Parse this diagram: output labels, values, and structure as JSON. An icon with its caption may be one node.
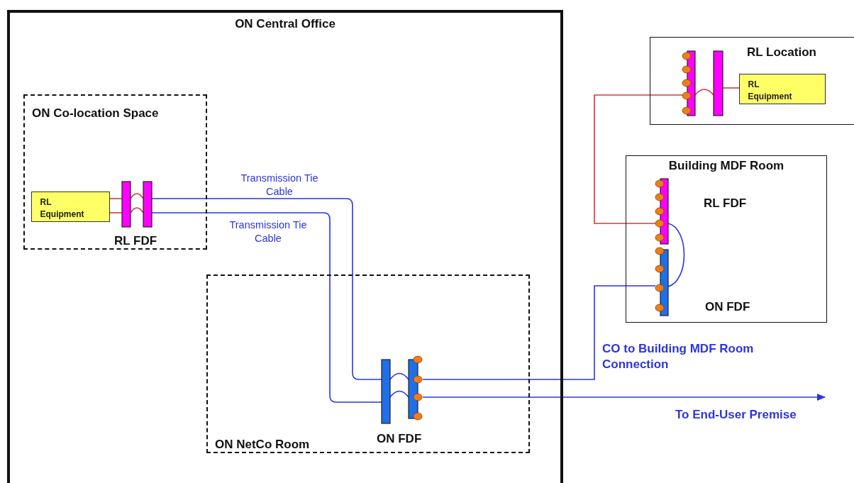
{
  "diagram": {
    "nodes": [
      {
        "text": [
          "ON Central Office"
        ]
      },
      {
        "text": [
          "ON Co-location Space"
        ],
        "in": 0
      },
      {
        "text": [
          "RL Equipment"
        ],
        "in": 1
      },
      {
        "text": [],
        "shape": "bar",
        "in": 1
      },
      {
        "text": [],
        "shape": "bar",
        "in": 1
      },
      {
        "text": [
          "ON NetCo Room"
        ],
        "in": 0
      },
      {
        "text": [],
        "shape": "bar",
        "in": 5
      },
      {
        "text": [],
        "shape": "bar",
        "in": 5
      },
      {
        "text": [
          "RL Location"
        ]
      },
      {
        "text": [],
        "shape": "bar",
        "in": 8
      },
      {
        "text": [],
        "shape": "bar",
        "in": 8
      },
      {
        "text": [
          "RL Equipment"
        ],
        "in": 8
      },
      {
        "text": [
          "Building MDF Room"
        ]
      },
      {
        "text": [],
        "shape": "bar",
        "in": 12
      },
      {
        "text": [],
        "shape": "bar",
        "in": 12
      }
    ],
    "edges": [
      {
        "from": 2,
        "to": 3,
        "arrow": "none",
        "color": "#d13b3b"
      },
      {
        "from": 2,
        "to": 3,
        "arrow": "none",
        "color": "#d13b3b"
      },
      {
        "from": 3,
        "to": 4,
        "arrow": "none",
        "color": "#d13b3b"
      },
      {
        "from": 3,
        "to": 4,
        "arrow": "none",
        "color": "#d13b3b"
      },
      {
        "from": 4,
        "to": 6,
        "arrow": "none",
        "label": "Transmission Tie Cable",
        "color": "#2b35e0"
      },
      {
        "from": 4,
        "to": 6,
        "arrow": "none",
        "label": "Transmission Tie Cable",
        "color": "#2b35e0"
      },
      {
        "from": 6,
        "to": 7,
        "arrow": "none",
        "color": "#2b35e0"
      },
      {
        "from": 6,
        "to": 7,
        "arrow": "none",
        "color": "#2b35e0"
      },
      {
        "from": 7,
        "to": 14,
        "arrow": "none",
        "color": "#2b35e0"
      },
      {
        "from": 7,
        "to": null,
        "arrow": "to",
        "color": "#2b35e0"
      },
      {
        "from": 14,
        "to": 13,
        "arrow": "none",
        "color": "#2b35e0"
      },
      {
        "from": 13,
        "to": 9,
        "arrow": "none",
        "color": "#d13b3b"
      },
      {
        "from": 9,
        "to": 10,
        "arrow": "none",
        "color": "#d13b3b"
      },
      {
        "from": 10,
        "to": 11,
        "arrow": "none",
        "color": "#d13b3b"
      }
    ],
    "labels": [
      "RL FDF",
      "ON FDF",
      "RL FDF",
      "ON FDF",
      "CO to Building MDF Room Connection",
      "To End-User Premise"
    ]
  }
}
